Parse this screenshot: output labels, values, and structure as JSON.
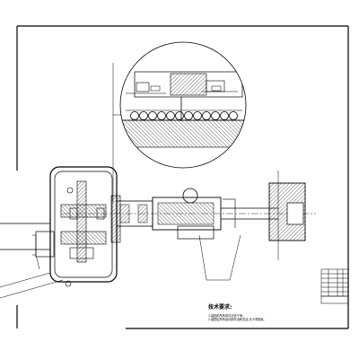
{
  "technical_requirements": {
    "title": "技术要求:",
    "items": [
      "1.装配前所有零件清洗干净。",
      "2.装配后所有运动部件运转灵活,无卡滞现象。"
    ]
  },
  "colors": {
    "line": "#000000",
    "background": "#ffffff"
  }
}
